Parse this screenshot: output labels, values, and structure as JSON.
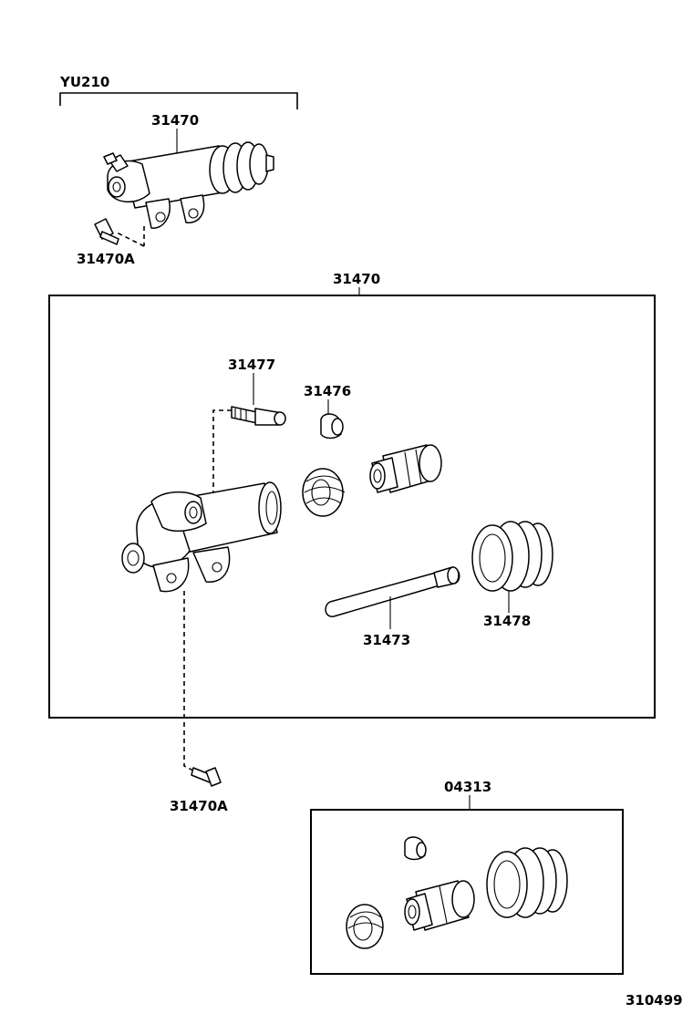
{
  "diagram_id": "310499",
  "variant_label": "YU210",
  "groups": {
    "top": {
      "assembly_part": "31470",
      "bolt_part": "31470A"
    },
    "kit_box": {
      "title": "31470",
      "bleeder_plug": "31477",
      "bleeder_cap": "31476",
      "push_rod": "31473",
      "boot": "31478"
    },
    "outside_bolt": "31470A",
    "repair_kit": {
      "title": "04313"
    }
  },
  "icons": [
    "clutch-release-cylinder",
    "bolt",
    "bleeder-plug",
    "bleeder-cap",
    "spring",
    "piston",
    "push-rod",
    "boot"
  ]
}
